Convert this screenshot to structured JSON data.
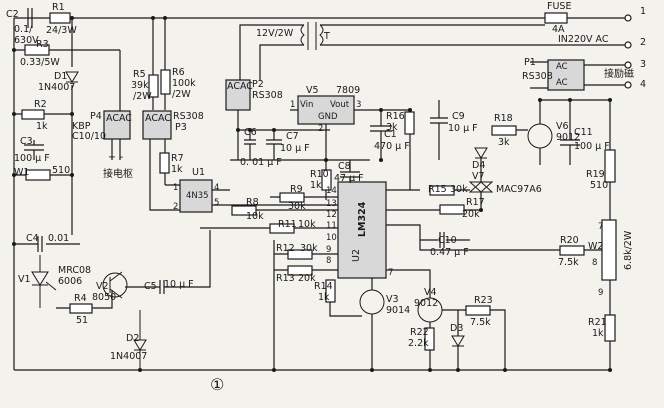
{
  "components": {
    "C2": {
      "ref": "C2",
      "value1": "0.1/",
      "value2": "630V"
    },
    "R1": {
      "ref": "R1",
      "value": "24/3W"
    },
    "R3": {
      "ref": "R3",
      "value": "0.33/5W"
    },
    "D1": {
      "ref": "D1",
      "value": "1N4007"
    },
    "R2": {
      "ref": "R2",
      "value": "1k"
    },
    "C3": {
      "ref": "C3",
      "value": "100 µ F"
    },
    "W1": {
      "ref": "W1",
      "value": "510"
    },
    "P4": {
      "ref": "P4",
      "value": "KBP",
      "value2": "C10/10"
    },
    "R5": {
      "ref": "R5",
      "value1": "39k",
      "value2": "/2W"
    },
    "R6": {
      "ref": "R6",
      "value1": "100k",
      "value2": "/2W"
    },
    "P3": {
      "ref": "P3",
      "value": "RS308"
    },
    "R7": {
      "ref": "R7",
      "value": "1k"
    },
    "U1": {
      "ref": "U1",
      "value": "4N35"
    },
    "T": {
      "ref": "T",
      "value": "12V/2W"
    },
    "P2": {
      "ref": "P2",
      "value": "RS308"
    },
    "C6": {
      "ref": "C6",
      "value": "0. 01 µ F"
    },
    "C7": {
      "ref": "C7",
      "value": "10 µ F"
    },
    "V5": {
      "ref": "V5",
      "value": "7809",
      "vin": "Vin",
      "vout": "Vout",
      "gnd": "GND"
    },
    "C1": {
      "ref": "C1",
      "value": "470 µ F"
    },
    "R16": {
      "ref": "R16",
      "value": "3k"
    },
    "C9": {
      "ref": "C9",
      "value": "10 µ F"
    },
    "R18": {
      "ref": "R18",
      "value": "3k"
    },
    "V6": {
      "ref": "V6",
      "value": "9012"
    },
    "C11": {
      "ref": "C11",
      "value": "100 µ F"
    },
    "D4": {
      "ref": "D4"
    },
    "V7": {
      "ref": "V7",
      "value": "MAC97A6"
    },
    "R19": {
      "ref": "R19",
      "value": "510"
    },
    "R10": {
      "ref": "R10",
      "value": "1k"
    },
    "C8": {
      "ref": "C8",
      "value": "47 µ F"
    },
    "R9": {
      "ref": "R9",
      "value": "30k"
    },
    "R8": {
      "ref": "R8",
      "value": "10k"
    },
    "R11": {
      "ref": "R11",
      "value": "10k"
    },
    "R15": {
      "ref": "R15",
      "value": "30k"
    },
    "R17": {
      "ref": "R17",
      "value": "20k"
    },
    "U2": {
      "ref": "U2",
      "value": "LM324"
    },
    "R12": {
      "ref": "R12",
      "value": "30k"
    },
    "R13": {
      "ref": "R13",
      "value": "20k"
    },
    "R14": {
      "ref": "R14",
      "value": "1k"
    },
    "V3": {
      "ref": "V3",
      "value": "9014"
    },
    "C10": {
      "ref": "C10",
      "value": "0.47 µ F"
    },
    "R20": {
      "ref": "R20",
      "value": "7.5k"
    },
    "W2": {
      "ref": "W2",
      "value": "6.8k/2W"
    },
    "V4": {
      "ref": "V4",
      "value": "9012"
    },
    "R23": {
      "ref": "R23",
      "value": "7.5k"
    },
    "R22": {
      "ref": "R22",
      "value": "2.2k"
    },
    "D3": {
      "ref": "D3"
    },
    "R21": {
      "ref": "R21",
      "value": "1k"
    },
    "C4": {
      "ref": "C4",
      "value": "0.01"
    },
    "V1": {
      "ref": "V1",
      "value1": "MRC08",
      "value2": "6006"
    },
    "V2": {
      "ref": "V2",
      "value": "8050"
    },
    "C5": {
      "ref": "C5",
      "value": "10 µ F"
    },
    "R4": {
      "ref": "R4",
      "value": "51"
    },
    "D2": {
      "ref": "D2",
      "value": "1N4007"
    },
    "FUSE": {
      "ref": "FUSE",
      "value": "4A"
    },
    "P1": {
      "ref": "P1",
      "value": "RS308"
    }
  },
  "labels": {
    "mains": "IN220V  AC",
    "armature": "接电枢",
    "field": "接励磁",
    "circle_one": "①",
    "ac": "AC",
    "acac": "ACAC",
    "pin_plus": "+",
    "pin_minus": "-"
  },
  "terminals": [
    "1",
    "2",
    "3",
    "4"
  ],
  "u2_pins": [
    "14",
    "13",
    "12",
    "11",
    "10",
    "9",
    "8",
    "7"
  ],
  "w2_pins": [
    "7",
    "8",
    "9"
  ],
  "u1_pins": [
    "4",
    "5",
    "1",
    "2"
  ],
  "v5_pins": [
    "1",
    "2",
    "3"
  ]
}
